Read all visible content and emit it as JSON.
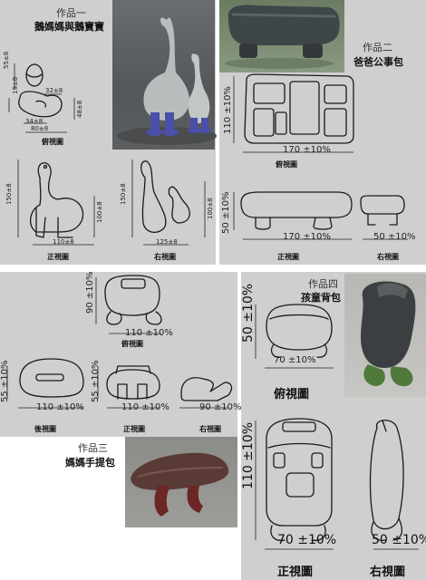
{
  "work1": {
    "title_a": "作品一",
    "title_b": "鵝媽媽與鵝寶寶",
    "dims_small": [
      "55±8",
      "19±8",
      "32±8",
      "48±8",
      "34±8",
      "80±8"
    ],
    "view_top": "俯視圖",
    "front_dims": [
      "150±8",
      "100±8",
      "110±8"
    ],
    "right_dims": [
      "150±8",
      "100±8",
      "125±8"
    ],
    "view_front": "正視圖",
    "view_right": "右視圖"
  },
  "work2": {
    "title_a": "作品二",
    "title_b": "爸爸公事包",
    "top_h": "110 ±10%",
    "top_w": "170 ±10%",
    "view_top": "俯視圖",
    "front_h": "50 ±10%",
    "front_w": "170 ±10%",
    "right_w": "50 ±10%",
    "view_front": "正視圖",
    "view_right": "右視圖"
  },
  "work3": {
    "title_a": "作品三",
    "title_b": "媽媽手提包",
    "top_h": "90 ±10%",
    "top_w": "110 ±10%",
    "view_top": "俯視圖",
    "back_h": "55 ±10%",
    "back_w": "110 ±10%",
    "front_h": "55 ±10%",
    "front_w": "110 ±10%",
    "right_w": "90 ±10%",
    "view_back": "後視圖",
    "view_front": "正視圖",
    "view_right": "右視圖"
  },
  "work4": {
    "title_a": "作品四",
    "title_b": "孩童背包",
    "top_h": "50 ±10%",
    "top_w": "70 ±10%",
    "view_top": "俯視圖",
    "front_h": "110 ±10%",
    "front_w": "70 ±10%",
    "right_w": "50 ±10%",
    "view_front": "正視圖",
    "view_right": "右視圖"
  }
}
